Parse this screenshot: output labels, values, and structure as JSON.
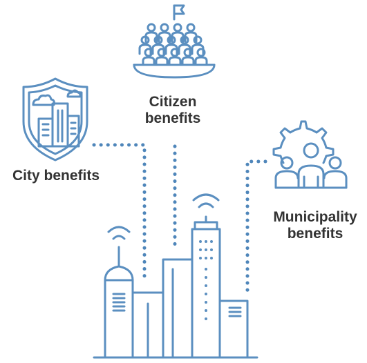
{
  "labels": {
    "citizen_line1": "Citizen",
    "citizen_line2": "benefits",
    "city": "City benefits",
    "municipality_line1": "Municipality",
    "municipality_line2": "benefits"
  },
  "colors": {
    "line": "#5b8fc0",
    "dots": "#4f86ba",
    "text": "#333333"
  },
  "icons": {
    "citizens": "crowd-with-flag-icon",
    "city": "city-shield-icon",
    "municipality": "gear-with-people-icon",
    "skyline": "city-skyline-with-antennas-icon"
  }
}
